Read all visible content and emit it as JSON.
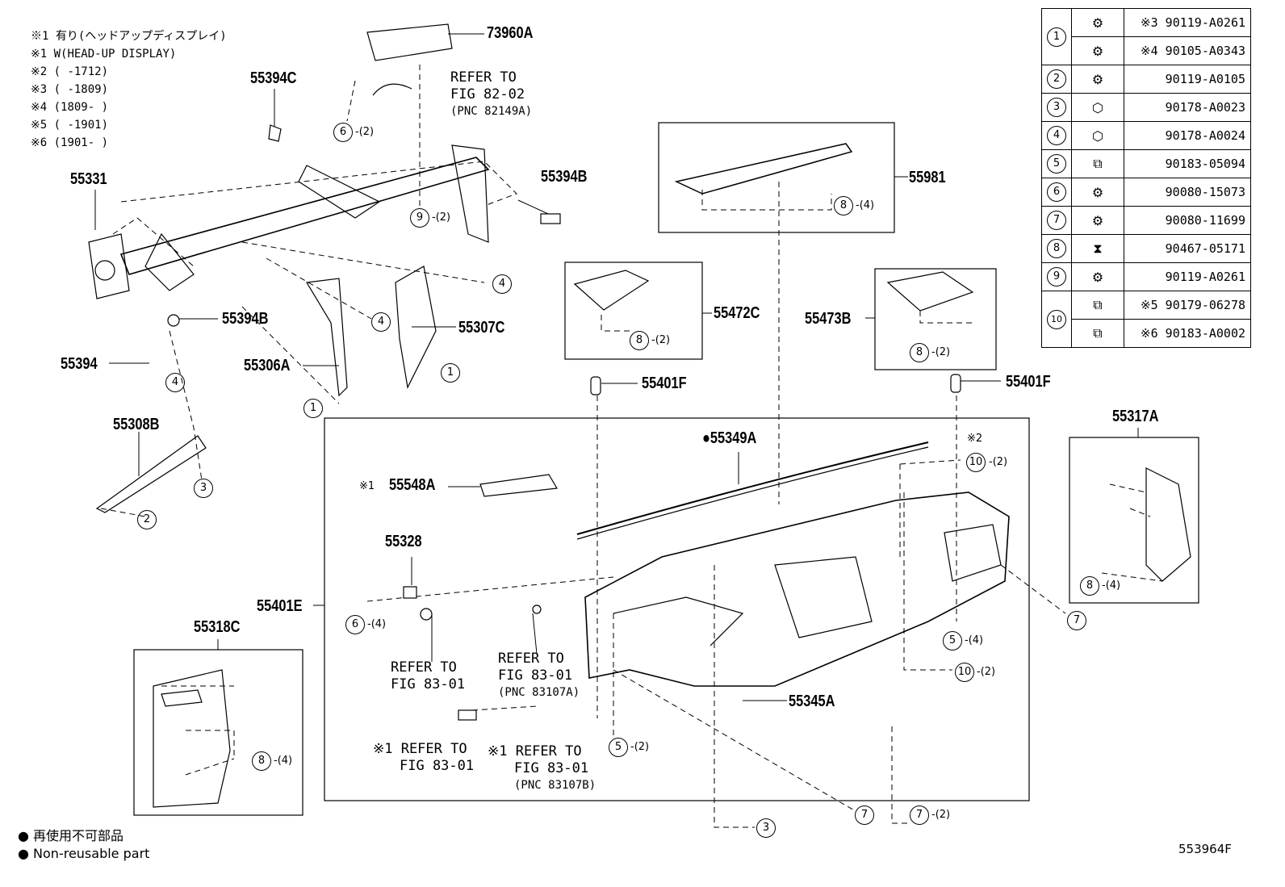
{
  "notes": [
    "※1 有り(ヘッドアップディスプレイ)",
    "※1 W(HEAD-UP DISPLAY)",
    "※2 (      -1712)",
    "※3 (      -1809)",
    "※4 (1809-      )",
    "※5 (      -1901)",
    "※6 (1901-      )"
  ],
  "fastener_table": [
    {
      "num": "1",
      "icon": "bolt-washer-icon",
      "part": "※3 90119-A0261"
    },
    {
      "num": "",
      "icon": "bolt-flange-icon",
      "part": "※4 90105-A0343"
    },
    {
      "num": "2",
      "icon": "bolt-icon",
      "part": "90119-A0105"
    },
    {
      "num": "3",
      "icon": "nut-icon",
      "part": "90178-A0023"
    },
    {
      "num": "4",
      "icon": "nut-small-icon",
      "part": "90178-A0024"
    },
    {
      "num": "5",
      "icon": "clip-nut-icon",
      "part": "90183-05094"
    },
    {
      "num": "6",
      "icon": "screw-icon",
      "part": "90080-15073"
    },
    {
      "num": "7",
      "icon": "bolt-icon",
      "part": "90080-11699"
    },
    {
      "num": "8",
      "icon": "clip-icon",
      "part": "90467-05171"
    },
    {
      "num": "9",
      "icon": "bolt-washer-icon",
      "part": "90119-A0261"
    },
    {
      "num": "10",
      "icon": "clip-nut-icon",
      "part": "※5 90179-06278"
    },
    {
      "num": "",
      "icon": "clip-nut-icon",
      "part": "※6 90183-A0002"
    }
  ],
  "parts": {
    "p73960A": "73960A",
    "p55394C": "55394C",
    "p55331": "55331",
    "p55394B_top": "55394B",
    "p55394B_left": "55394B",
    "p55394": "55394",
    "p55306A": "55306A",
    "p55307C": "55307C",
    "p55308B": "55308B",
    "p55981": "55981",
    "p55472C": "55472C",
    "p55473B": "55473B",
    "p55401F_left": "55401F",
    "p55401F_right": "55401F",
    "p55349A": "55349A",
    "p55548A": "55548A",
    "p55328": "55328",
    "p55401E": "55401E",
    "p55318C": "55318C",
    "p55317A": "55317A",
    "p55345A": "55345A"
  },
  "refs": {
    "ref1": [
      "REFER TO",
      "FIG 82-02",
      "(PNC 82149A)"
    ],
    "ref2": [
      "REFER TO",
      "FIG 83-01"
    ],
    "ref3": [
      "REFER TO",
      "FIG 83-01",
      "(PNC 83107A)"
    ],
    "ref4": [
      "※1 REFER TO",
      "FIG 83-01"
    ],
    "ref5": [
      "※1 REFER TO",
      "FIG 83-01",
      "(PNC 83107B)"
    ]
  },
  "marks": {
    "x1": "※1",
    "x2": "※2",
    "dot": "●"
  },
  "tags": {
    "t6_2": "-(2)",
    "t9_2": "-(2)",
    "t8_4a": "-(4)",
    "t8_2a": "-(2)",
    "t8_2b": "-(2)",
    "t10_2a": "-(2)",
    "t6_4": "-(4)",
    "t5_4": "-(4)",
    "t10_2b": "-(2)",
    "t5_2": "-(2)",
    "t8_4b": "-(4)",
    "t8_4c": "-(4)",
    "t7_2": "-(2)"
  },
  "legend": {
    "line1": "● 再使用不可部品",
    "line2": "● Non-reusable part"
  },
  "figure_id": "553964F"
}
